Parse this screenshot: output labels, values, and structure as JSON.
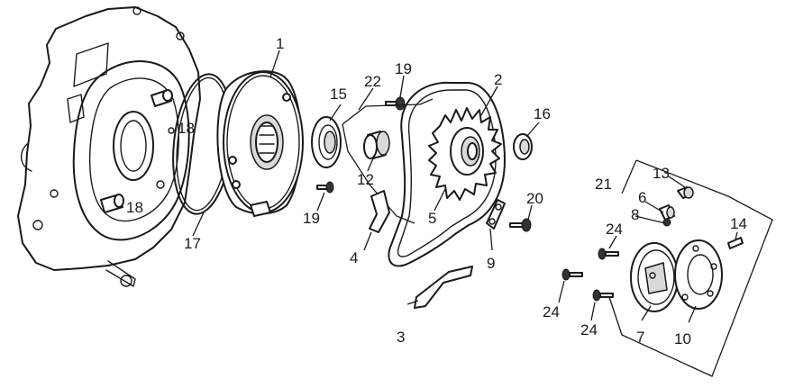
{
  "callouts": [
    {
      "id": "c1",
      "text": "1"
    },
    {
      "id": "c2",
      "text": "2"
    },
    {
      "id": "c3",
      "text": "3"
    },
    {
      "id": "c4",
      "text": "4"
    },
    {
      "id": "c5",
      "text": "5"
    },
    {
      "id": "c6",
      "text": "6"
    },
    {
      "id": "c7",
      "text": "7"
    },
    {
      "id": "c8",
      "text": "8"
    },
    {
      "id": "c9",
      "text": "9"
    },
    {
      "id": "c10",
      "text": "10"
    },
    {
      "id": "c12",
      "text": "12"
    },
    {
      "id": "c13",
      "text": "13"
    },
    {
      "id": "c14",
      "text": "14"
    },
    {
      "id": "c15",
      "text": "15"
    },
    {
      "id": "c16",
      "text": "16"
    },
    {
      "id": "c17",
      "text": "17"
    },
    {
      "id": "c18a",
      "text": "18"
    },
    {
      "id": "c18b",
      "text": "18"
    },
    {
      "id": "c19a",
      "text": "19"
    },
    {
      "id": "c19b",
      "text": "19"
    },
    {
      "id": "c20",
      "text": "20"
    },
    {
      "id": "c21",
      "text": "21"
    },
    {
      "id": "c22",
      "text": "22"
    },
    {
      "id": "c24a",
      "text": "24"
    },
    {
      "id": "c24b",
      "text": "24"
    },
    {
      "id": "c24c",
      "text": "24"
    }
  ]
}
